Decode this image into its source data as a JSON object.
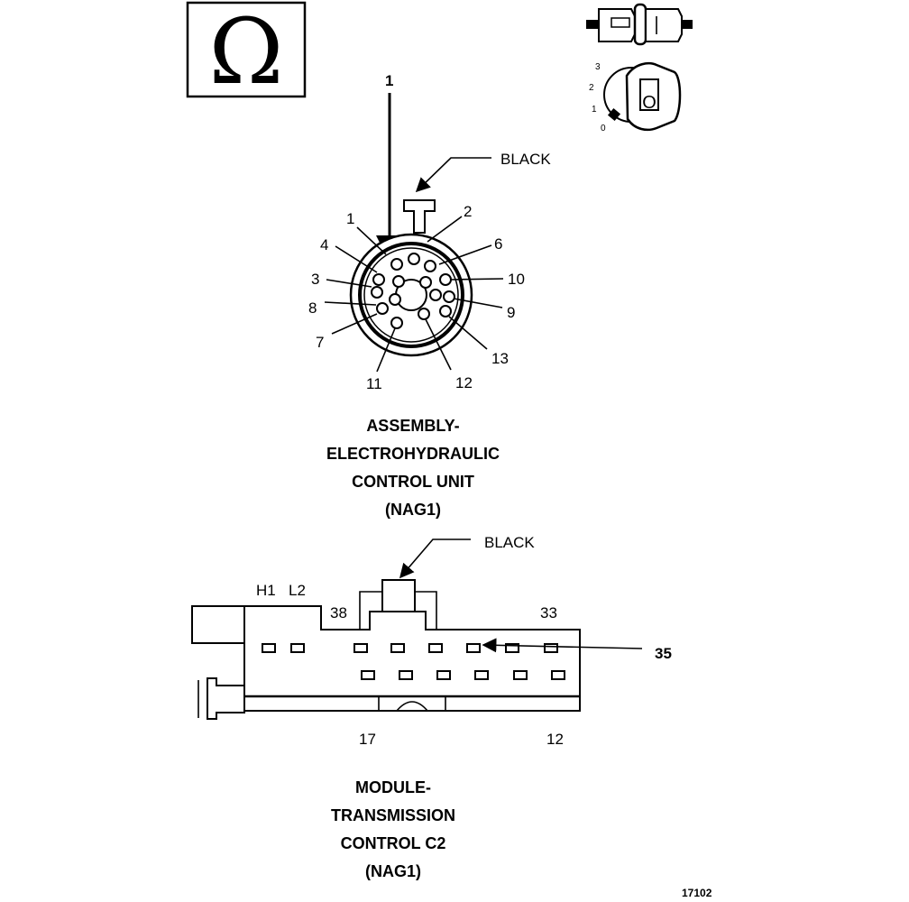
{
  "symbol": {
    "glyph": "Ω",
    "name": "ohm-symbol-icon"
  },
  "key_switch": {
    "positions": [
      "3",
      "2",
      "1",
      "0"
    ],
    "key_letter": "O"
  },
  "connector_top": {
    "pointer_label": "1",
    "color_label": "BLACK",
    "pin_labels": [
      "1",
      "2",
      "4",
      "6",
      "3",
      "10",
      "8",
      "9",
      "7",
      "13",
      "11",
      "12"
    ],
    "title": [
      "ASSEMBLY-",
      "ELECTROHYDRAULIC",
      "CONTROL UNIT",
      "(NAG1)"
    ]
  },
  "connector_bottom": {
    "color_label": "BLACK",
    "pin_labels_top": [
      "H1",
      "L2",
      "38",
      "33"
    ],
    "pointer_label": "35",
    "pin_labels_bottom": [
      "17",
      "12"
    ],
    "title": [
      "MODULE-",
      "TRANSMISSION",
      "CONTROL C2",
      "(NAG1)"
    ]
  },
  "figure_number": "17102"
}
